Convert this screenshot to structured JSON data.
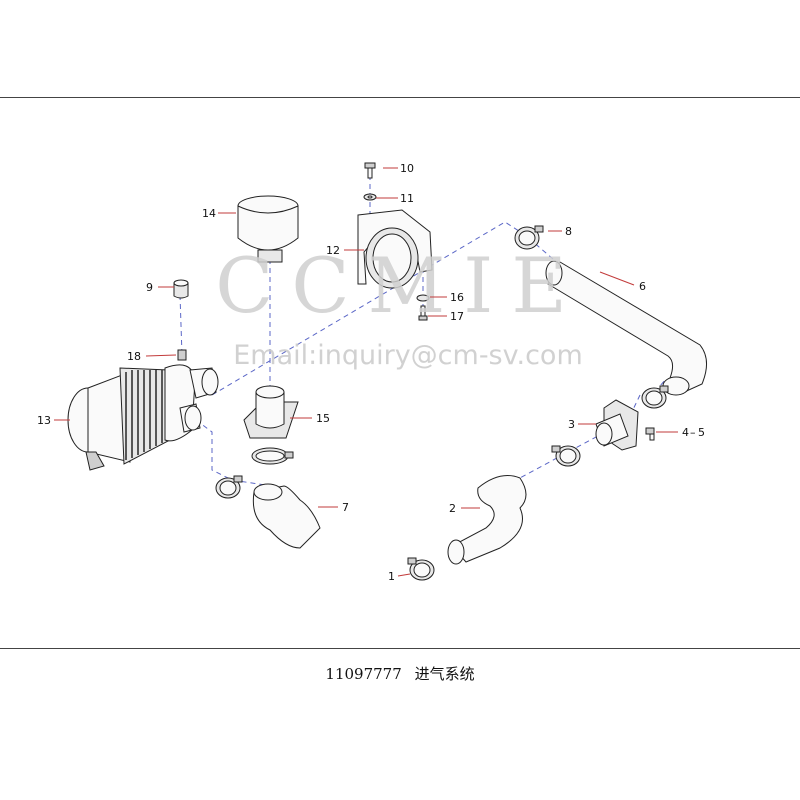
{
  "watermark": {
    "brand": "CCMIE",
    "email": "Email:inquiry@cm-sv.com"
  },
  "caption": {
    "part_number": "11097777",
    "title": "进气系统"
  },
  "callouts": [
    "1",
    "2",
    "3",
    "4",
    "5",
    "6",
    "7",
    "8",
    "9",
    "10",
    "11",
    "12",
    "13",
    "14",
    "15",
    "16",
    "17",
    "18"
  ],
  "colors": {
    "leader": "#c23b3b",
    "assembly_path": "#5b67c7"
  }
}
